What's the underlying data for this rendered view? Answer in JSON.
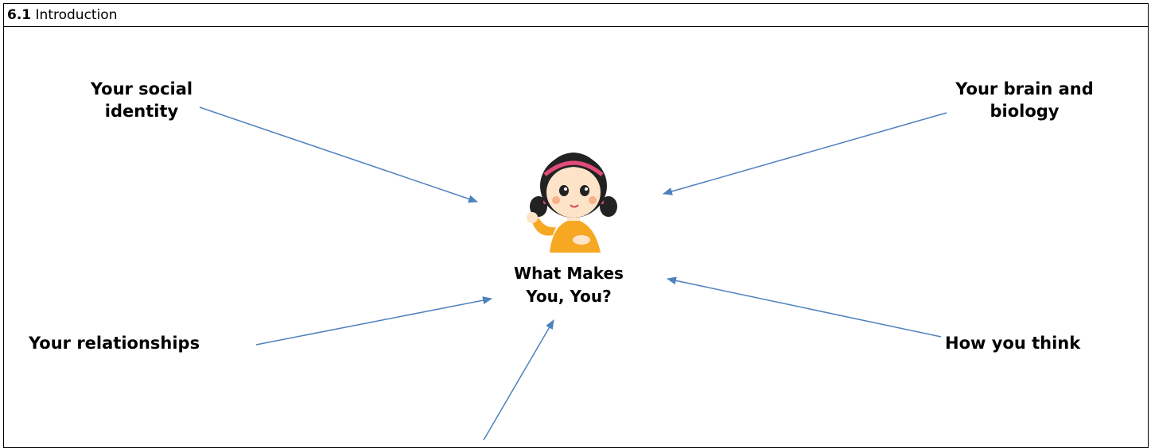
{
  "section": {
    "number": "6.1",
    "title": "Introduction"
  },
  "diagram": {
    "center": {
      "line1": "What Makes",
      "line2": "You, You?",
      "icon": "girl-illustration"
    },
    "nodes": {
      "social_identity": {
        "line1": "Your social",
        "line2": "identity"
      },
      "brain_biology": {
        "line1": "Your brain and",
        "line2": "biology"
      },
      "relationships": "Your relationships",
      "how_you_think": "How you think"
    },
    "colors": {
      "arrow": "#4f81bd",
      "shirt": "#f7a823",
      "hair": "#222222",
      "skin": "#fde3c8"
    }
  }
}
